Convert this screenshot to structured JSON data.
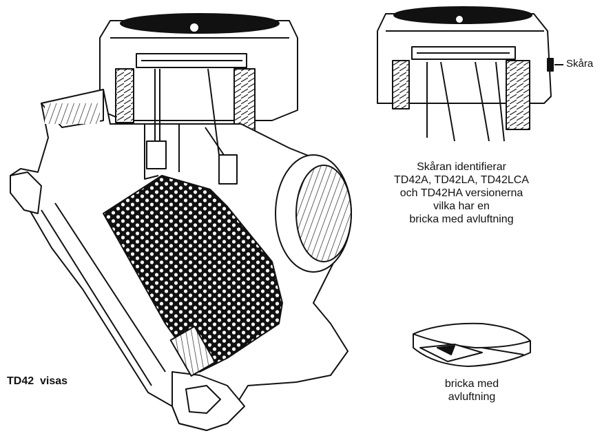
{
  "figure": {
    "main_caption": "TD42  visas",
    "slot_callout": "Skåra",
    "description_lines": [
      "Skåran identifierar",
      "TD42A, TD42LA, TD42LCA",
      "och TD42HA versionerna",
      "vilka har en",
      "bricka med avluftning"
    ],
    "disc_caption_lines": [
      "bricka med",
      "avluftning"
    ]
  }
}
